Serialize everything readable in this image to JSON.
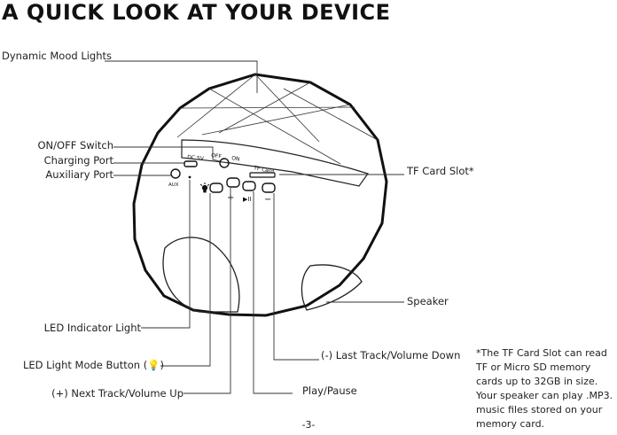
{
  "title": "A QUICK LOOK AT YOUR DEVICE",
  "labels": {
    "mood_lights": "Dynamic Mood Lights",
    "onoff_switch": "ON/OFF Switch",
    "charging_port": "Charging Port",
    "aux_port": "Auxiliary Port",
    "tf_slot": "TF Card Slot*",
    "speaker": "Speaker",
    "led_indicator": "LED Indicator Light",
    "led_mode_button": "LED Light Mode Button (💡)",
    "next_track": "(+) Next Track/Volume Up",
    "last_track": "(-) Last Track/Volume Down",
    "play_pause": "Play/Pause"
  },
  "device_text": {
    "dc": "DC 5V",
    "off": "OFF",
    "on": "ON",
    "tf": "TF Card",
    "aux": "AUX",
    "plus": "+",
    "minus": "−",
    "play": "▶II"
  },
  "note": "*The TF Card Slot can read TF or Micro SD memory cards up to 32GB in size. Your speaker can play .MP3. music files stored on your memory card.",
  "page_number": "-3-"
}
